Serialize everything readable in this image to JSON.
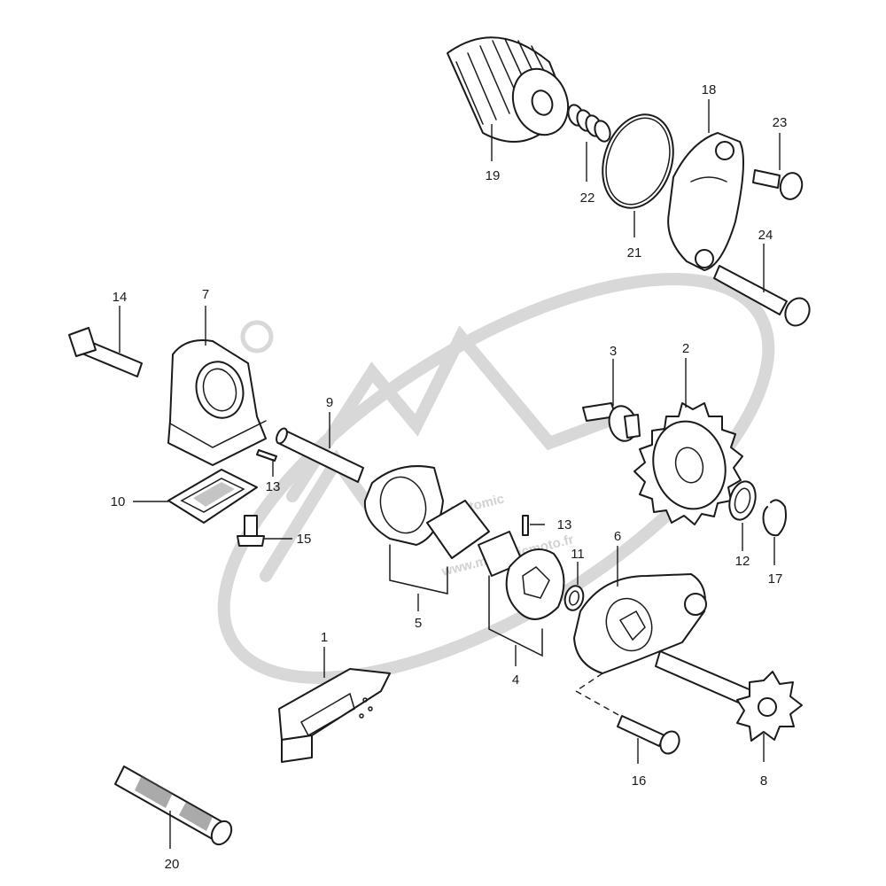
{
  "watermark": {
    "line1": "Motomic",
    "line2": "www.motomicmoto.fr"
  },
  "callouts": {
    "p1": "1",
    "p2": "2",
    "p3": "3",
    "p4": "4",
    "p5": "5",
    "p6": "6",
    "p7": "7",
    "p8": "8",
    "p9": "9",
    "p10": "10",
    "p11": "11",
    "p12": "12",
    "p13a": "13",
    "p13b": "13",
    "p14": "14",
    "p15": "15",
    "p16": "16",
    "p17": "17",
    "p18": "18",
    "p19": "19",
    "p20": "20",
    "p21": "21",
    "p22": "22",
    "p23": "23",
    "p24": "24"
  }
}
